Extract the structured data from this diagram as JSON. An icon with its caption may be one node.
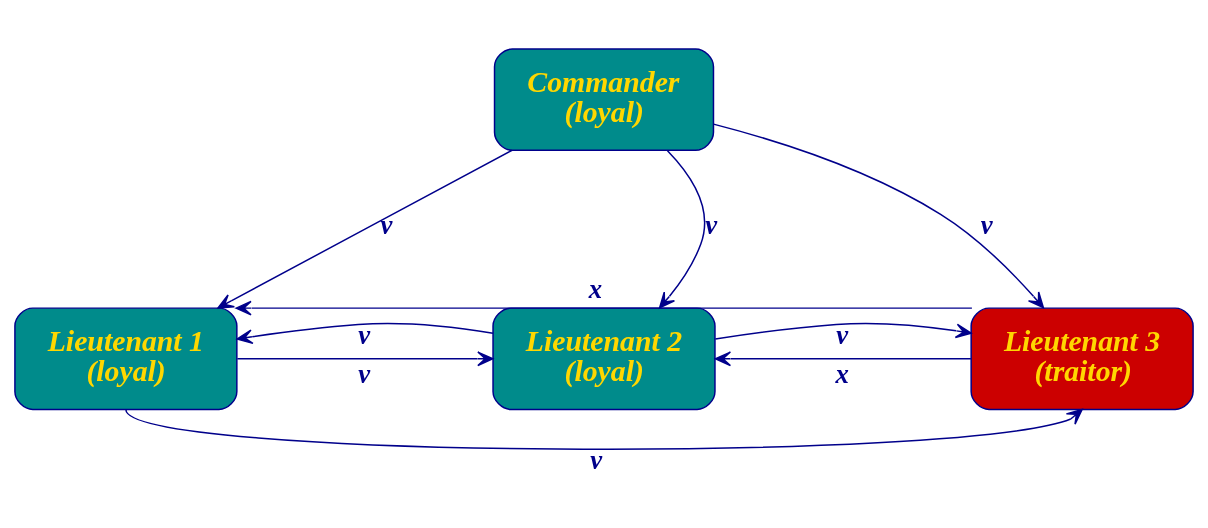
{
  "diagram": {
    "nodes": [
      {
        "text": [
          "Commander",
          "(loyal)"
        ]
      },
      {
        "text": [
          "Lieutenant 1",
          "(loyal)"
        ]
      },
      {
        "text": [
          "Lieutenant 2",
          "(loyal)"
        ]
      },
      {
        "text": [
          "Lieutenant 3",
          "(traitor)"
        ]
      }
    ],
    "edges": [
      {
        "from": 0,
        "to": 1,
        "arrow": "to",
        "label": "v"
      },
      {
        "from": 0,
        "to": 2,
        "arrow": "to",
        "label": "v"
      },
      {
        "from": 0,
        "to": 3,
        "arrow": "to",
        "label": "v"
      },
      {
        "from": 1,
        "to": 2,
        "arrow": "to",
        "label": "v"
      },
      {
        "from": 2,
        "to": 1,
        "arrow": "to",
        "label": "v"
      },
      {
        "from": 3,
        "to": 2,
        "arrow": "to",
        "label": "x"
      },
      {
        "from": 2,
        "to": 3,
        "arrow": "to",
        "label": "v"
      },
      {
        "from": 1,
        "to": 3,
        "arrow": "to",
        "label": "v"
      },
      {
        "from": 3,
        "to": 1,
        "arrow": "to",
        "label": "x"
      }
    ]
  }
}
